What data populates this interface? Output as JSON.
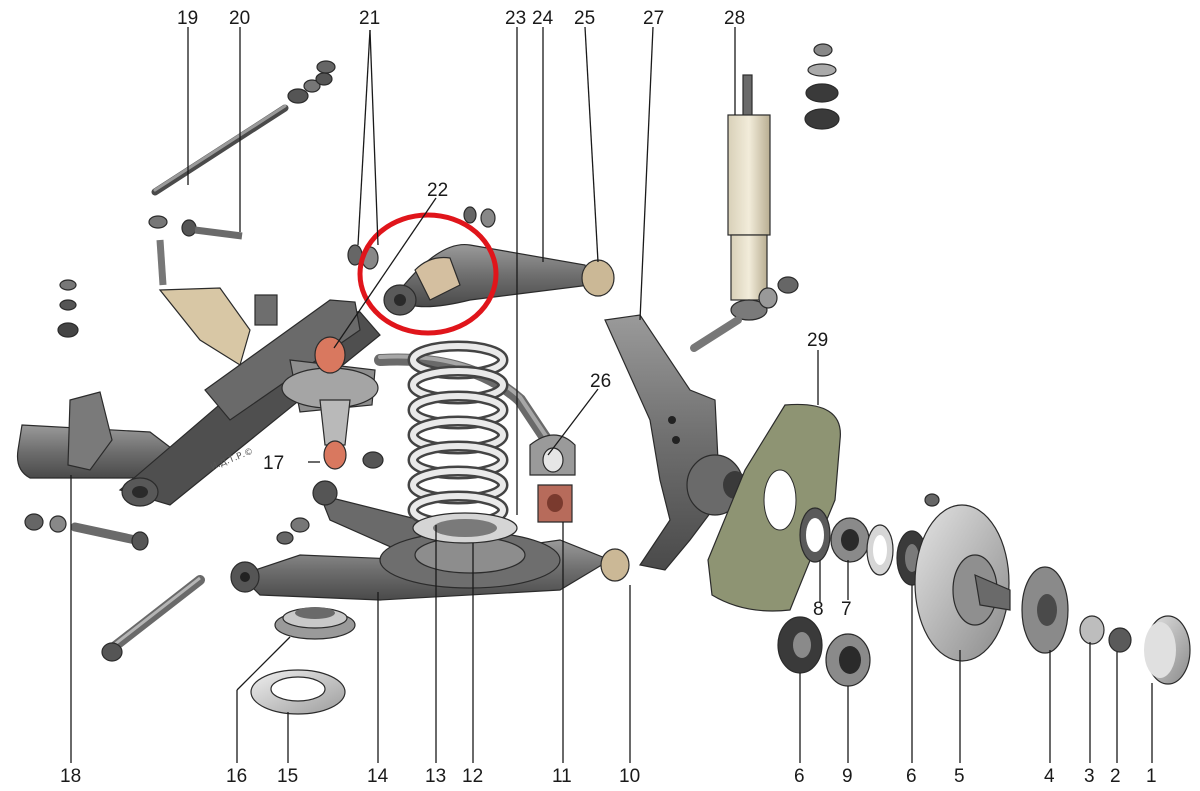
{
  "labels": {
    "l1": "1",
    "l2": "2",
    "l3": "3",
    "l4": "4",
    "l5": "5",
    "l6a": "6",
    "l6b": "6",
    "l7": "7",
    "l8": "8",
    "l9": "9",
    "l10": "10",
    "l11": "11",
    "l12": "12",
    "l13": "13",
    "l14": "14",
    "l15": "15",
    "l16": "16",
    "l17": "17",
    "l18": "18",
    "l19": "19",
    "l20": "20",
    "l21": "21",
    "l22": "22",
    "l23": "23",
    "l24": "24",
    "l25": "25",
    "l26": "26",
    "l27": "27",
    "l28": "28",
    "l29": "29"
  },
  "watermark": "И.Д.Т.Р.©",
  "colors": {
    "metal_dark": "#5c5c5c",
    "metal_mid": "#8a8a8a",
    "metal_light": "#c9c9c9",
    "rubber": "#3a3a3a",
    "tan": "#c9b596",
    "bumper": "#d9785f",
    "shield": "#8e9473",
    "highlight": "#e0151b"
  }
}
